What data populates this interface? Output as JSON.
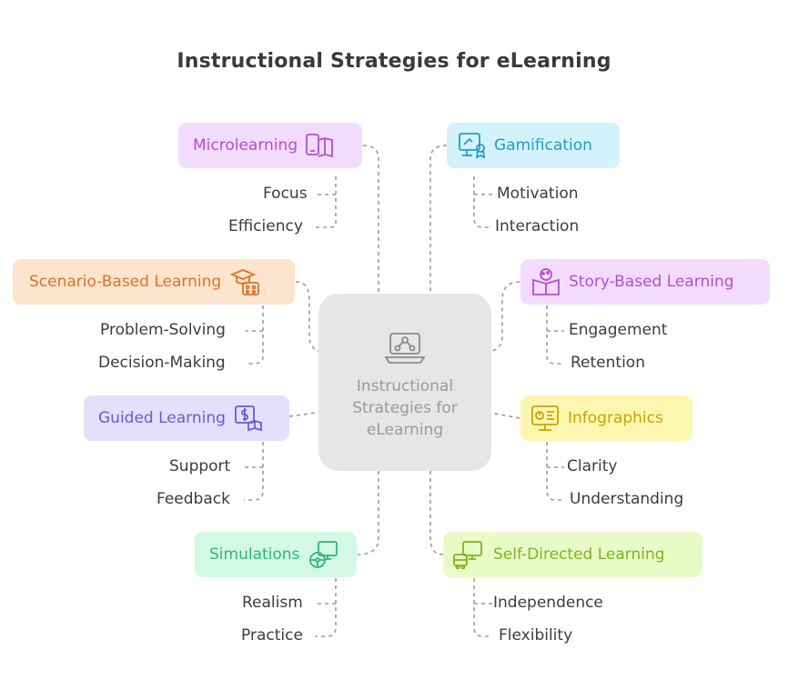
{
  "title": "Instructional Strategies for eLearning",
  "center": {
    "label": "Instructional Strategies for eLearning",
    "icon": "network-laptop-icon"
  },
  "nodes": [
    {
      "label": "Microlearning",
      "icon": "phone-book-icon",
      "bg": "#f2dcfb",
      "color": "#b34fd1",
      "subs": [
        "Focus",
        "Efficiency"
      ]
    },
    {
      "label": "Gamification",
      "icon": "certificate-monitor-icon",
      "bg": "#d4f2fb",
      "color": "#1e9fc4",
      "subs": [
        "Motivation",
        "Interaction"
      ]
    },
    {
      "label": "Scenario-Based Learning",
      "icon": "graduation-cap-icon",
      "bg": "#fde4cf",
      "color": "#d9742a",
      "subs": [
        "Problem-Solving",
        "Decision-Making"
      ]
    },
    {
      "label": "Story-Based Learning",
      "icon": "open-book-palette-icon",
      "bg": "#f3dcfb",
      "color": "#b34fd1",
      "subs": [
        "Engagement",
        "Retention"
      ]
    },
    {
      "label": "Guided Learning",
      "icon": "money-book-icon",
      "bg": "#e4e0fb",
      "color": "#6e58d4",
      "subs": [
        "Support",
        "Feedback"
      ]
    },
    {
      "label": "Infographics",
      "icon": "chart-presentation-icon",
      "bg": "#fdf6b0",
      "color": "#c9a400",
      "subs": [
        "Clarity",
        "Understanding"
      ]
    },
    {
      "label": "Simulations",
      "icon": "steering-wheel-screen-icon",
      "bg": "#d3f8e6",
      "color": "#2eb774",
      "subs": [
        "Realism",
        "Practice"
      ]
    },
    {
      "label": "Self-Directed Learning",
      "icon": "computer-bus-icon",
      "bg": "#e8fbc6",
      "color": "#7fb320",
      "subs": [
        "Independence",
        "Flexibility"
      ]
    }
  ],
  "colors": {
    "wire": "#9a9a9a",
    "center_bg": "#e6e6e6",
    "center_text": "#9a9a9a"
  }
}
